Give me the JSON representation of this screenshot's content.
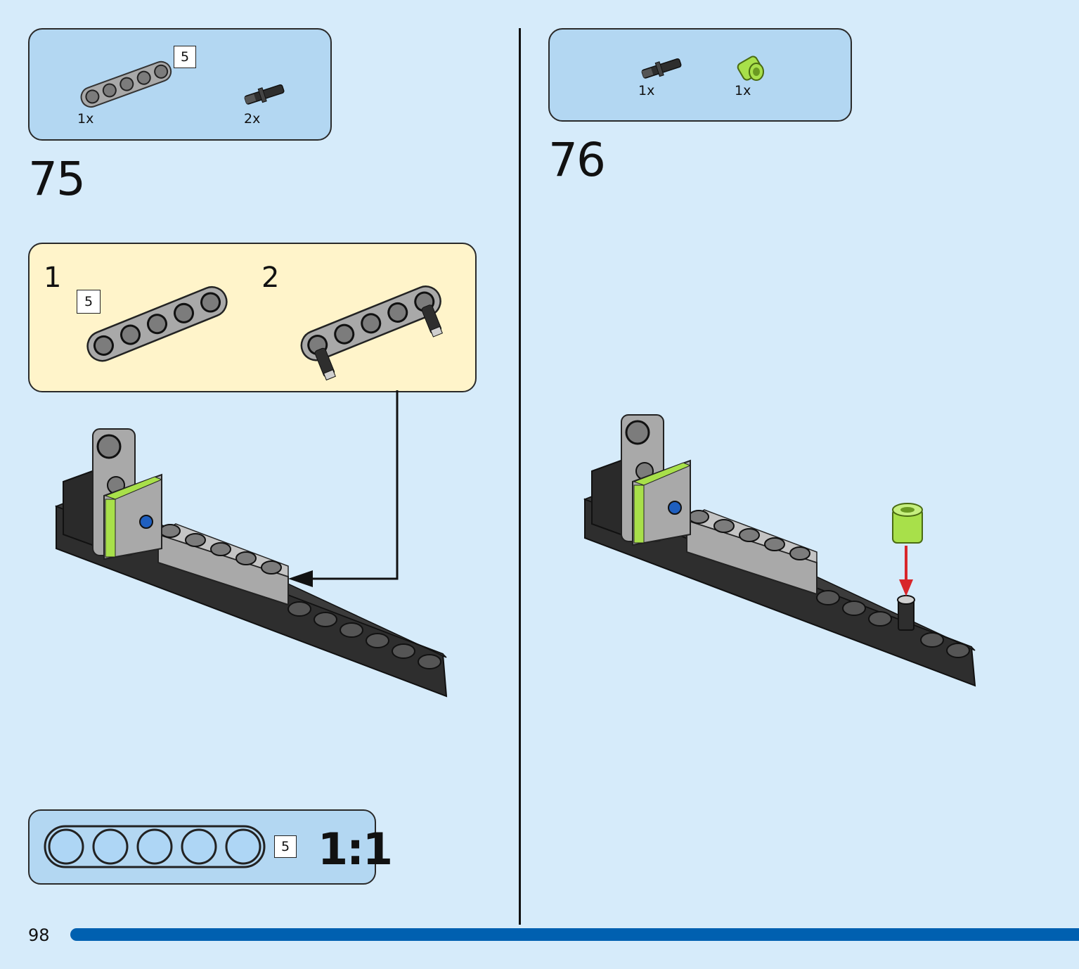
{
  "page": {
    "number": "98"
  },
  "step75": {
    "number": "75",
    "parts": [
      {
        "name": "beam-5",
        "qty": "1x",
        "length_badge": "5"
      },
      {
        "name": "axle-pin",
        "qty": "2x"
      }
    ],
    "substeps": [
      {
        "number": "1",
        "length_badge": "5"
      },
      {
        "number": "2"
      }
    ]
  },
  "step76": {
    "number": "76",
    "parts": [
      {
        "name": "axle-pin",
        "qty": "1x"
      },
      {
        "name": "lime-bush",
        "qty": "1x"
      }
    ]
  },
  "scale_reference": {
    "length_badge": "5",
    "label": "1:1"
  },
  "colors": {
    "background": "#d6ebfa",
    "parts_box": "#b3d7f2",
    "substep_box": "#fff4ca",
    "beam_gray": "#a9a9a9",
    "beam_black": "#2e2e2e",
    "lime": "#a8e04a",
    "page_bar": "#0060b0",
    "arrow_red": "#d8262b"
  }
}
